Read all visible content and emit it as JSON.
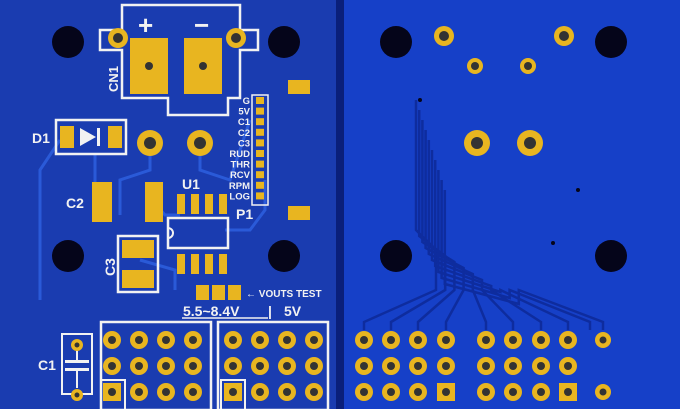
{
  "board": {
    "colors": {
      "background": "#0a1f7a",
      "board_front": "#1a3cb0",
      "board_back": "#1640c8",
      "gold_pad": "#e8b520",
      "silkscreen": "#f2f2f2",
      "trace": "#2a5ad8"
    },
    "front_labels": {
      "cn1": "CN1",
      "plus": "+",
      "minus": "−",
      "d1": "D1",
      "c1": "C1",
      "c2": "C2",
      "c3": "C3",
      "u1": "U1",
      "p1": "P1",
      "vouts_test": "← VOUTS TEST",
      "voltage_range": "5.5~8.4V",
      "voltage_5v": "5V"
    },
    "connector_labels": [
      "G",
      "5V",
      "C1",
      "C2",
      "C3",
      "RUD",
      "THR",
      "RCV",
      "RPM",
      "LOG"
    ]
  }
}
